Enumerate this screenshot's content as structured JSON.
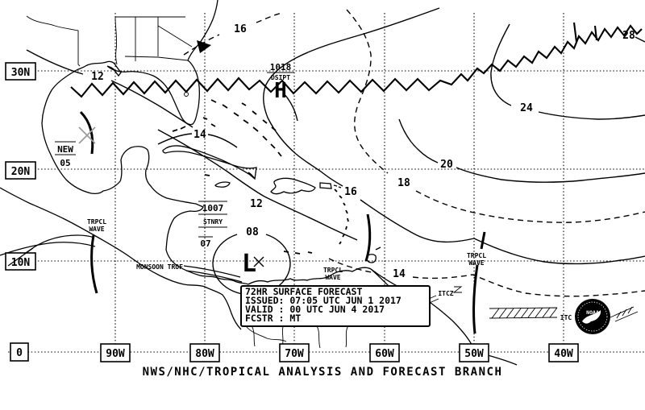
{
  "grid": {
    "lats": [
      "30N",
      "20N",
      "10N",
      "0"
    ],
    "lons": [
      "90W",
      "80W",
      "70W",
      "60W",
      "50W",
      "40W"
    ]
  },
  "labels": {
    "contours": [
      "12",
      "14",
      "16",
      "12",
      "08",
      "16",
      "18",
      "20",
      "24",
      "28",
      "14"
    ]
  },
  "high": {
    "pressure": "1018",
    "tendency": "DSIPT",
    "symbol": "H"
  },
  "low": {
    "symbol": "L",
    "pressure": "1007",
    "movement": "STNRY",
    "aux": "07"
  },
  "features": {
    "trpcl": "TRPCL",
    "wave": "WAVE",
    "monsoon_trof": "MONSOON TROF",
    "itcz": "ITCZ",
    "itc": "ITC",
    "new_label": "NEW",
    "new_value": "05"
  },
  "forecast": {
    "l1": "72HR SURFACE FORECAST",
    "l2": "ISSUED: 07:05 UTC JUN 1 2017",
    "l3": "VALID : 00 UTC JUN 4 2017",
    "l4": "FCSTR : MT"
  },
  "footer": {
    "caption": "NWS/NHC/TROPICAL ANALYSIS AND FORECAST BRANCH"
  },
  "logo": {
    "text": "NOAA"
  },
  "colors": {
    "ink": "#000000",
    "gray": "#9a9a9a",
    "bg": "#ffffff"
  }
}
